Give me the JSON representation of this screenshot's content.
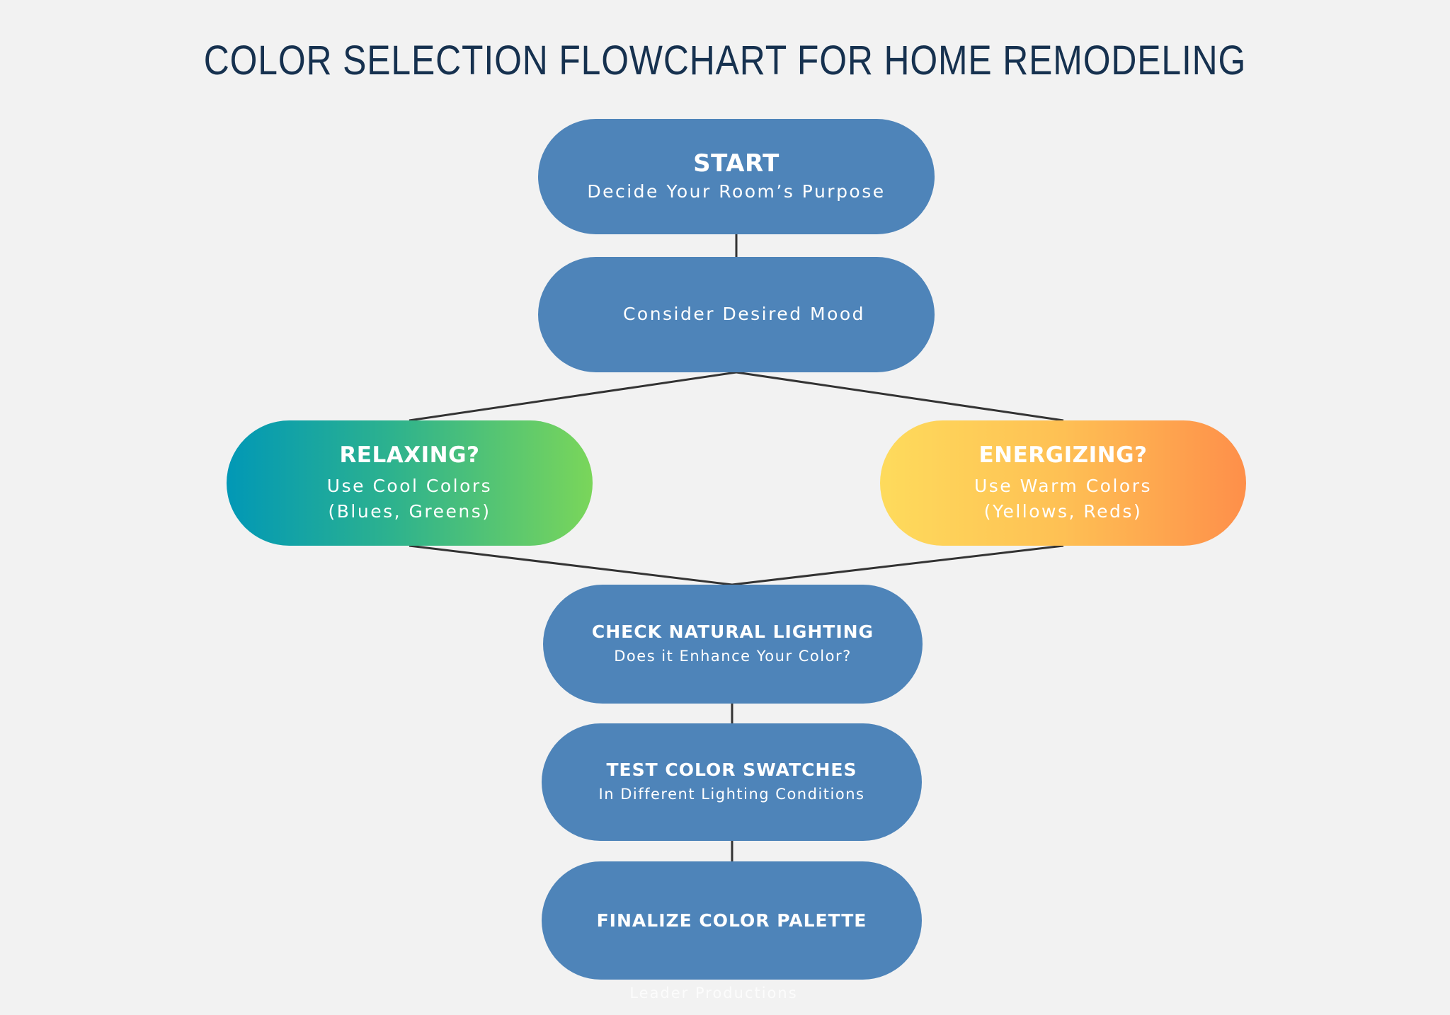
{
  "title": "COLOR SELECTION FLOWCHART FOR HOME REMODELING",
  "nodes": {
    "start": {
      "head": "START",
      "sub": "Decide Your Room’s Purpose"
    },
    "mood": {
      "sub": "Consider Desired Mood"
    },
    "relaxing": {
      "head": "RELAXING?",
      "sub1": "Use Cool Colors",
      "sub2": "(Blues, Greens)"
    },
    "energizing": {
      "head": "ENERGIZING?",
      "sub1": "Use Warm Colors",
      "sub2": "(Yellows, Reds)"
    },
    "lighting": {
      "head": "CHECK NATURAL LIGHTING",
      "sub": "Does it Enhance Your Color?"
    },
    "swatches": {
      "head": "TEST COLOR SWATCHES",
      "sub": "In Different Lighting Conditions"
    },
    "finalize": {
      "head": "FINALIZE COLOR PALETTE"
    }
  },
  "edges": [
    [
      "start",
      "mood"
    ],
    [
      "mood",
      "relaxing"
    ],
    [
      "mood",
      "energizing"
    ],
    [
      "relaxing",
      "lighting"
    ],
    [
      "energizing",
      "lighting"
    ],
    [
      "lighting",
      "swatches"
    ],
    [
      "swatches",
      "finalize"
    ]
  ],
  "footer": "Leader Productions",
  "colors": {
    "background": "#f2f2f2",
    "title": "#16314f",
    "node": "#4e84b9",
    "cool_gradient": [
      "#0198b6",
      "#7ad65a"
    ],
    "warm_gradient": [
      "#fedb5c",
      "#fe8f4a"
    ],
    "connector": "#333333"
  }
}
